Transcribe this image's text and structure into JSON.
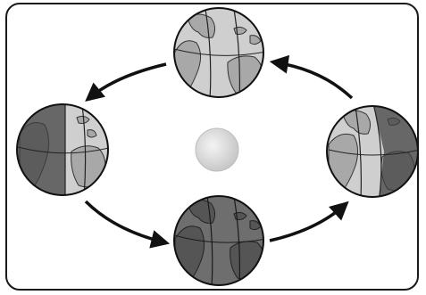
{
  "diagram": {
    "description_text": "",
    "colors": {
      "border": "#1a1a1a",
      "ocean_light": "#d2d2d2",
      "ocean_mid": "#9a9a9a",
      "land_light": "#aeaeae",
      "land_dark": "#5a5a5a",
      "night_shade": "#4a4a4a",
      "sun_center": "#f4f4f4",
      "sun_edge": "#c8c8c8",
      "arrow": "#111111"
    },
    "elements": {
      "sun": "sun-orb",
      "globes": [
        "globe-top",
        "globe-left",
        "globe-bottom",
        "globe-right"
      ],
      "arrows": [
        "arrow-top-to-left",
        "arrow-left-to-bottom",
        "arrow-bottom-to-right",
        "arrow-right-to-top"
      ]
    }
  }
}
